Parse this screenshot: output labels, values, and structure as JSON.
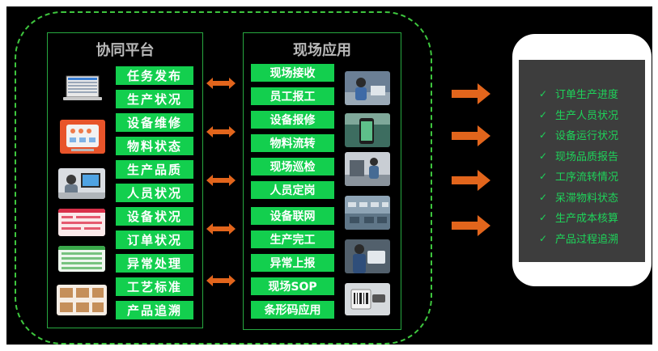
{
  "colors": {
    "accent_green": "#13cf4e",
    "arrow_orange": "#e2651c",
    "dash_green": "#3ec63e"
  },
  "left_panel": {
    "title": "协同平台",
    "buttons": [
      "任务发布",
      "生产状况",
      "设备维修",
      "物料状态",
      "生产品质",
      "人员状况",
      "设备状况",
      "订单状况",
      "异常处理",
      "工艺标准",
      "产品追溯"
    ]
  },
  "middle_panel": {
    "title": "现场应用",
    "buttons": [
      "现场接收",
      "员工报工",
      "设备报修",
      "物料流转",
      "现场巡检",
      "人员定岗",
      "设备联网",
      "生产完工",
      "异常上报",
      "现场SOP",
      "条形码应用"
    ]
  },
  "phone": {
    "check_glyph": "✓",
    "items": [
      "订单生产进度",
      "生产人员状况",
      "设备运行状况",
      "现场品质报告",
      "工序流转情况",
      "呆滞物料状态",
      "生产成本核算",
      "产品过程追溯"
    ]
  }
}
